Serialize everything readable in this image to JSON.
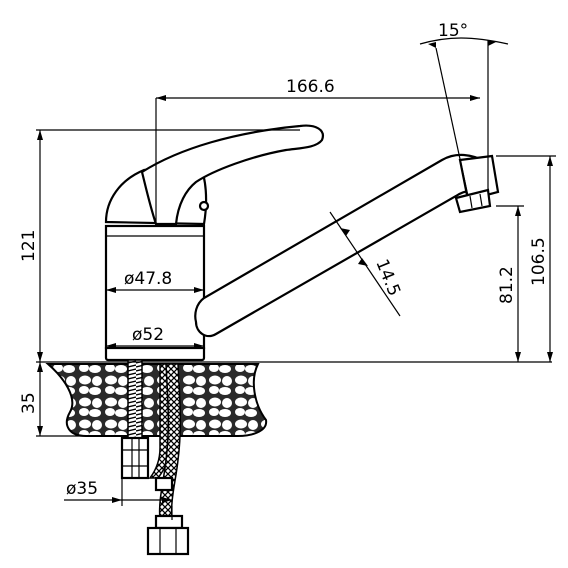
{
  "dimensions": {
    "angle": "15°",
    "spout_reach": "166.6",
    "total_height": "121",
    "body_diameter": "ø47.8",
    "base_diameter": "ø52",
    "spout_thickness": "14.5",
    "spout_clearance": "81.2",
    "spout_top_height": "106.5",
    "counter_thickness": "35",
    "mount_diameter": "ø35"
  },
  "colors": {
    "line": "#000000",
    "background": "#ffffff",
    "stone_fill": "#333333"
  }
}
